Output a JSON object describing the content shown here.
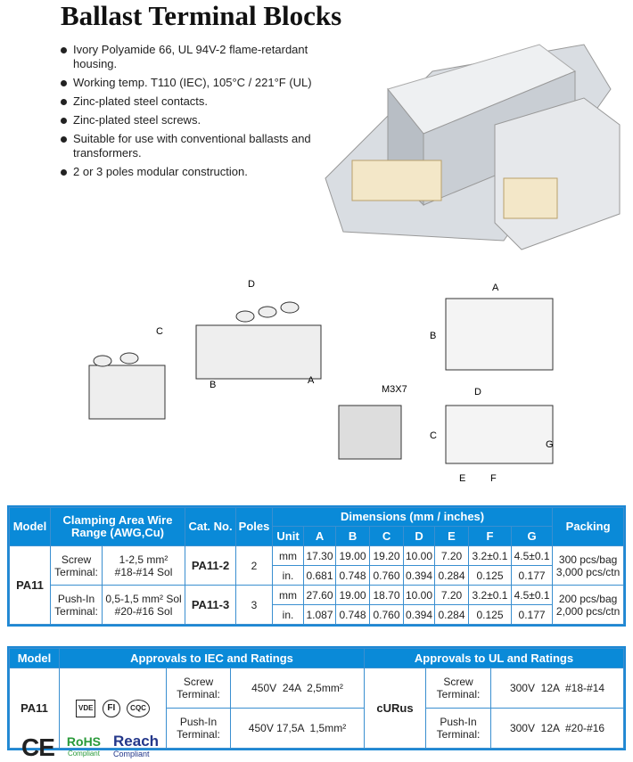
{
  "title": "Ballast Terminal Blocks",
  "features": [
    "Ivory Polyamide 66, UL 94V-2 flame-retardant housing.",
    "Working temp. T110 (IEC), 105°C / 221°F (UL)",
    "Zinc-plated steel contacts.",
    "Zinc-plated steel screws.",
    "Suitable for use with conventional ballasts and transformers.",
    "2 or 3 poles modular construction."
  ],
  "diagram_labels": {
    "a": "A",
    "b": "B",
    "c": "C",
    "d": "D",
    "e": "E",
    "f": "F",
    "g": "G",
    "screw": "M3X7"
  },
  "spec_table": {
    "headers": {
      "model": "Model",
      "clamping": "Clamping Area Wire Range (AWG,Cu)",
      "cat": "Cat. No.",
      "poles": "Poles",
      "dimensions": "Dimensions (mm / inches)",
      "unit": "Unit",
      "cols": [
        "A",
        "B",
        "C",
        "D",
        "E",
        "F",
        "G"
      ],
      "packing": "Packing"
    },
    "model": "PA11",
    "rows": [
      {
        "type": "Screw Terminal:",
        "range": "1-2,5 mm²",
        "awg": "#18-#14 Sol",
        "cat": "PA11-2",
        "poles": "2",
        "mm": [
          "17.30",
          "19.00",
          "19.20",
          "10.00",
          "7.20",
          "3.2±0.1",
          "4.5±0.1"
        ],
        "in": [
          "0.681",
          "0.748",
          "0.760",
          "0.394",
          "0.284",
          "0.125",
          "0.177"
        ],
        "pack1": "300 pcs/bag",
        "pack2": "3,000 pcs/ctn"
      },
      {
        "type": "Push-In Terminal:",
        "range": "0,5-1,5 mm² Sol",
        "awg": "#20-#16 Sol",
        "cat": "PA11-3",
        "poles": "3",
        "mm": [
          "27.60",
          "19.00",
          "18.70",
          "10.00",
          "7.20",
          "3.2±0.1",
          "4.5±0.1"
        ],
        "in": [
          "1.087",
          "0.748",
          "0.760",
          "0.394",
          "0.284",
          "0.125",
          "0.177"
        ],
        "pack1": "200 pcs/bag",
        "pack2": "2,000 pcs/ctn"
      }
    ],
    "unit_mm": "mm",
    "unit_in": "in."
  },
  "approvals": {
    "headers": {
      "model": "Model",
      "iec": "Approvals to IEC and Ratings",
      "ul": "Approvals to UL and Ratings"
    },
    "model": "PA11",
    "iec_marks": [
      "VDE",
      "FI",
      "CQC"
    ],
    "ul_mark": "cURus",
    "rows": [
      {
        "type": "Screw Terminal:",
        "iec": "450V  24A  2,5mm²",
        "ul": "300V  12A  #18-#14"
      },
      {
        "type": "Push-In Terminal:",
        "iec": "450V 17,5A  1,5mm²",
        "ul": "300V  12A  #20-#16"
      }
    ]
  },
  "compliance": {
    "ce": "CE",
    "rohs": "RoHS",
    "rohs_sub": "Compliant",
    "reach": "Reach",
    "reach_sub": "Compliant"
  }
}
